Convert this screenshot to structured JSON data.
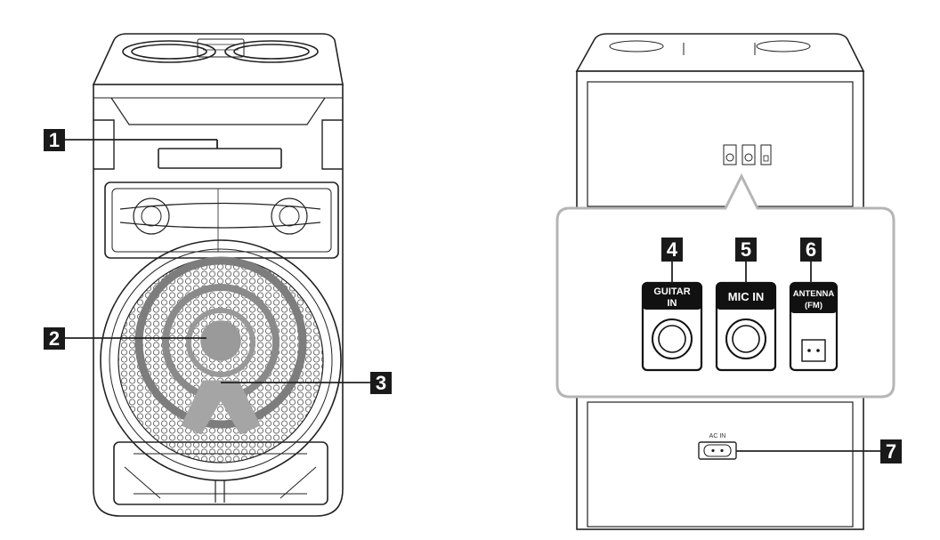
{
  "callouts": [
    {
      "id": "1",
      "label": "1"
    },
    {
      "id": "2",
      "label": "2"
    },
    {
      "id": "3",
      "label": "3"
    },
    {
      "id": "4",
      "label": "4"
    },
    {
      "id": "5",
      "label": "5"
    },
    {
      "id": "6",
      "label": "6"
    },
    {
      "id": "7",
      "label": "7"
    }
  ],
  "jacks": {
    "guitar_line1": "GUITAR",
    "guitar_line2": "IN",
    "mic": "MIC IN",
    "antenna_line1": "ANTENNA",
    "antenna_line2": "(FM)",
    "ac_in": "AC IN"
  },
  "colors": {
    "callout_bg": "#1a1a1a",
    "line": "#222222",
    "grille_gray": "#9a9a9a",
    "zoom_border": "#b5b5b5"
  }
}
